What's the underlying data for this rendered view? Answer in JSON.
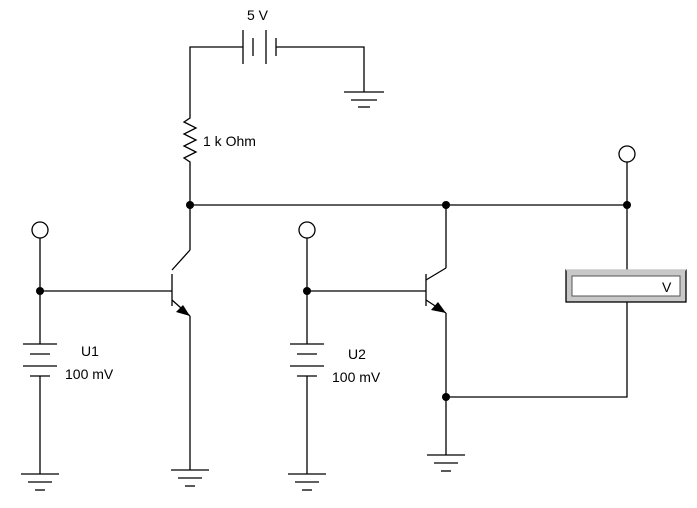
{
  "battery_main": {
    "label": "5 V"
  },
  "resistor": {
    "label": "1 k Ohm"
  },
  "source_u1": {
    "name": "U1",
    "value": "100 mV"
  },
  "source_u2": {
    "name": "U2",
    "value": "100 mV"
  },
  "voltmeter": {
    "unit": "V"
  }
}
